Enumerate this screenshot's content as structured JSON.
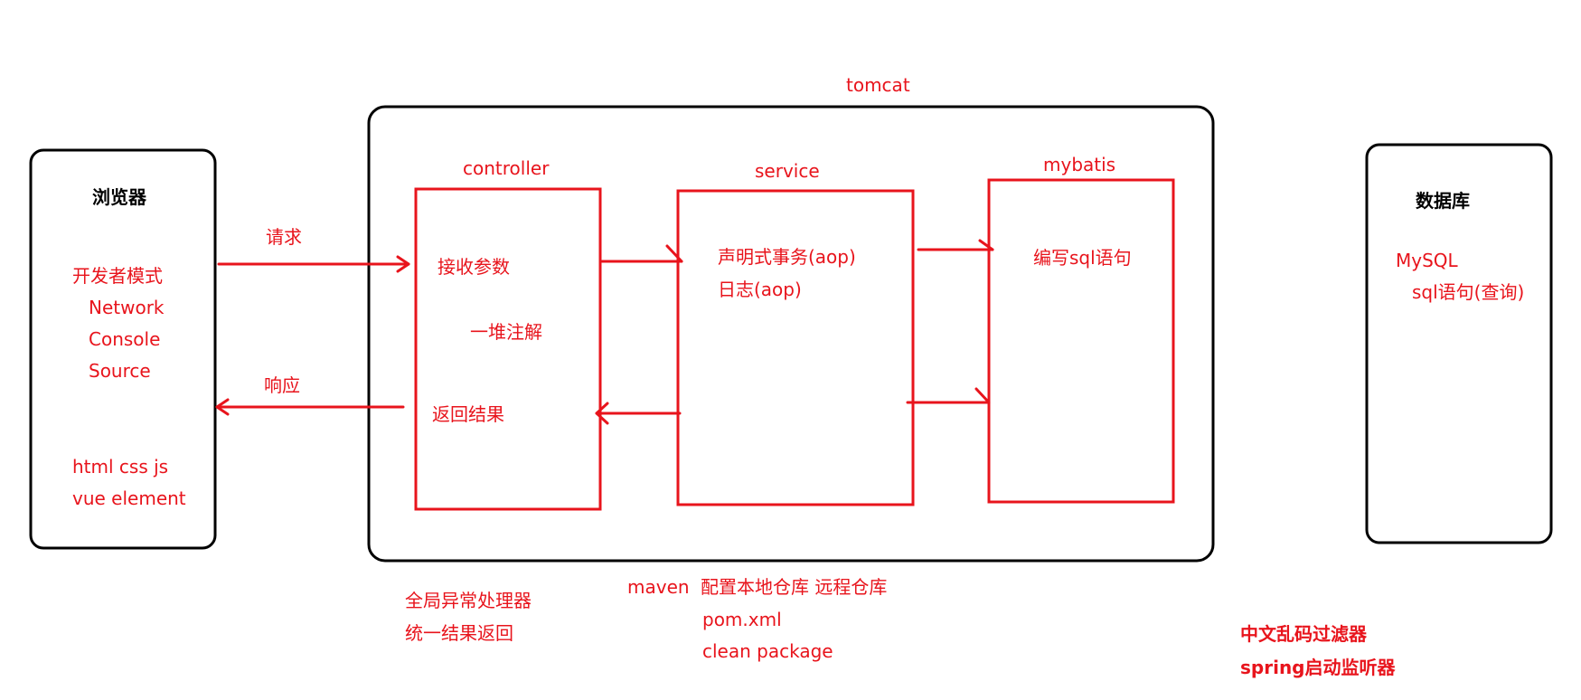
{
  "tomcat": {
    "title": "tomcat"
  },
  "browser": {
    "title": "浏览器",
    "dev_mode": "开发者模式",
    "tools": [
      "Network",
      "Console",
      "Source"
    ],
    "tech_line1": "html css  js",
    "tech_line2": "vue  element"
  },
  "arrows": {
    "request": "请求",
    "response": "响应"
  },
  "controller": {
    "title": "controller",
    "receive": "接收参数",
    "annotations": "一堆注解",
    "return_result": "返回结果"
  },
  "service": {
    "title": "service",
    "tx": "声明式事务(aop)",
    "log": "日志(aop)"
  },
  "mybatis": {
    "title": "mybatis",
    "sql": "编写sql语句"
  },
  "database": {
    "title": "数据库",
    "engine": "MySQL",
    "query": "sql语句(查询)"
  },
  "below_tomcat": {
    "global_handler": "全局异常处理器",
    "unified_result": "统一结果返回",
    "maven_label": "maven",
    "maven_repos": "配置本地仓库  远程仓库",
    "pom": "pom.xml",
    "clean_package": "clean  package"
  },
  "extras": {
    "encoding_filter": "中文乱码过滤器",
    "spring_listener": "spring启动监听器"
  },
  "colors": {
    "accent": "#e8141c",
    "frame": "#000000"
  }
}
